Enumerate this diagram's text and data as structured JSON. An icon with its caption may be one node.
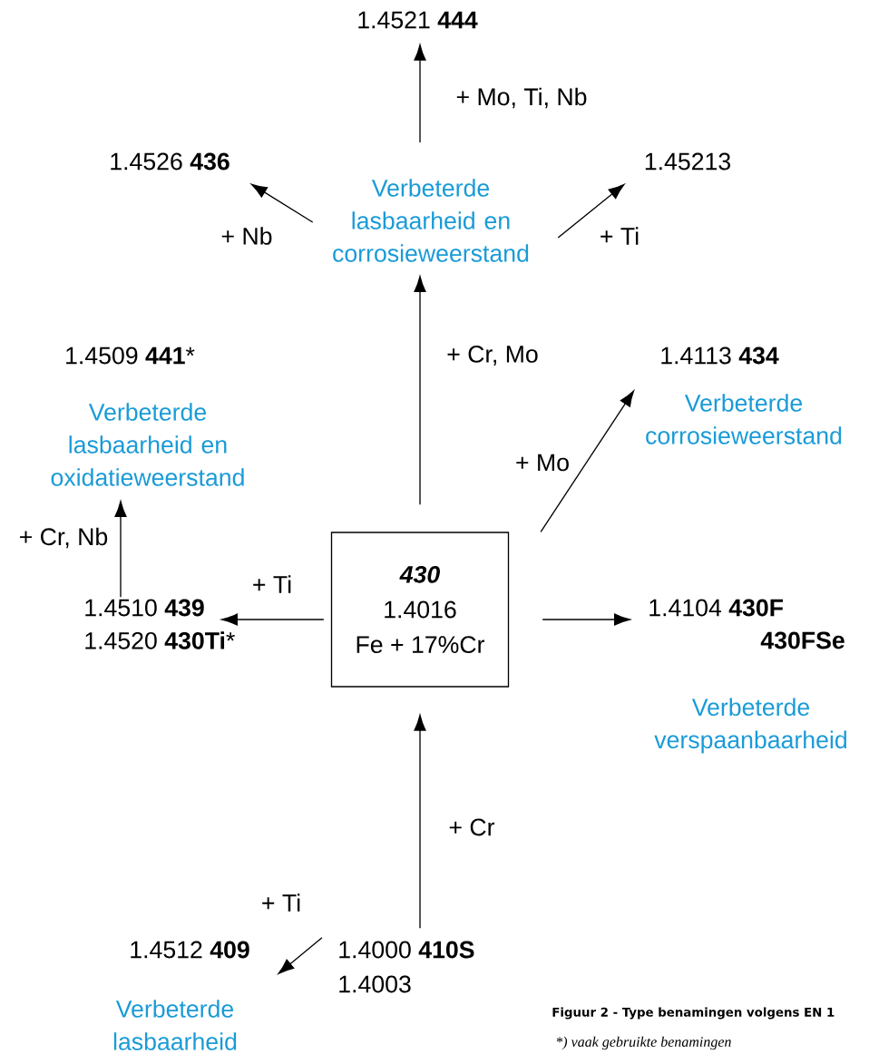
{
  "diagram": {
    "caption": "Figuur 2 - Type benamingen volgens EN 1",
    "nodes": [
      {
        "text": [
          "430",
          "1.4016",
          "Fe + 17%Cr"
        ]
      },
      {
        "text": [
          "1.4521 **444**"
        ]
      },
      {
        "text": [
          "1.4526 **436**"
        ]
      },
      {
        "text": [
          "1.45213"
        ]
      },
      {
        "text": [
          "Verbeterde lasbaarheid en corrosieweerstand"
        ]
      },
      {
        "text": [
          "1.4509 **441***",
          "Verbeterde lasbaarheid en oxidatieweerstand"
        ]
      },
      {
        "text": [
          "1.4113 **434**",
          "Verbeterde corrosieweerstand"
        ]
      },
      {
        "text": [
          "1.4510 **439**",
          "1.4520 **430Ti***"
        ]
      },
      {
        "text": [
          "1.4104 **430F**",
          "**430FSe**",
          "Verbeterde verspaanbaarheid"
        ]
      },
      {
        "text": [
          "1.4000 **410S**",
          "1.4003"
        ]
      },
      {
        "text": [
          "1.4512 **409**",
          "Verbeterde lasbaarheid"
        ]
      }
    ],
    "edges": [
      {
        "from": 0,
        "to": 4,
        "arrow": "to",
        "label": "+ Cr, Mo"
      },
      {
        "from": 4,
        "to": 1,
        "arrow": "to",
        "label": "+ Mo, Ti, Nb"
      },
      {
        "from": 4,
        "to": 2,
        "arrow": "to",
        "label": "+ Nb"
      },
      {
        "from": 4,
        "to": 3,
        "arrow": "to",
        "label": "+ Ti"
      },
      {
        "from": 0,
        "to": 6,
        "arrow": "to",
        "label": "+ Mo"
      },
      {
        "from": 0,
        "to": 7,
        "arrow": "to",
        "label": "+ Ti"
      },
      {
        "from": 7,
        "to": 5,
        "arrow": "to",
        "label": "+ Cr, Nb"
      },
      {
        "from": 0,
        "to": 8,
        "arrow": "to"
      },
      {
        "from": 9,
        "to": 0,
        "arrow": "to",
        "label": "+ Cr"
      },
      {
        "from": 9,
        "to": 10,
        "arrow": "to",
        "label": "+ Ti"
      }
    ],
    "labels": [
      "*) vaak gebruikte benamingen"
    ]
  }
}
